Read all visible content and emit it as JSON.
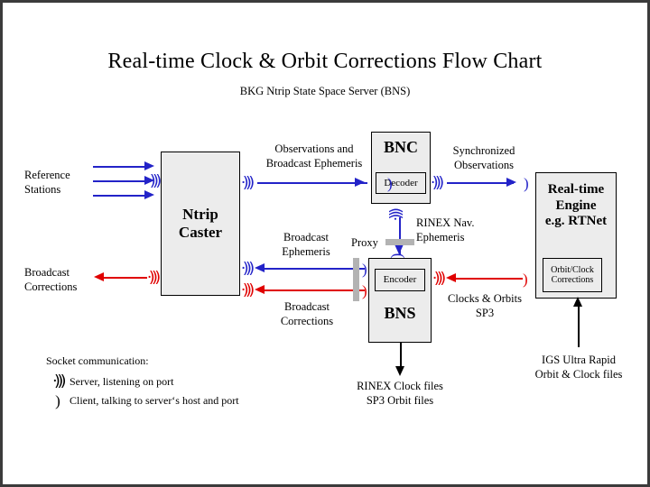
{
  "page": {
    "title": "Real-time Clock & Orbit Corrections Flow Chart",
    "subtitle": "BKG Ntrip State Space Server  (BNS)"
  },
  "colors": {
    "stream_blue": "#2323c8",
    "corrections_red": "#e00000",
    "file_black": "#000000",
    "box_fill": "#ececec",
    "proxy_grey": "#b3b3b3",
    "frame": "#3b3b3b"
  },
  "boxes": {
    "ntrip_caster": {
      "title": "Ntrip\nCaster"
    },
    "bnc": {
      "title": "BNC",
      "inner": "Decoder"
    },
    "bns": {
      "title": "BNS",
      "inner": "Encoder"
    },
    "realtime_engine": {
      "title": "Real-time\nEngine\ne.g. RTNet",
      "inner": "Orbit/Clock\nCorrections"
    }
  },
  "labels": {
    "reference_stations": "Reference\nStations",
    "broadcast_corrections_left": "Broadcast\nCorrections",
    "observations_and_broadcast_ephemeris": "Observations and\nBroadcast Ephemeris",
    "synchronized_observations": "Synchronized\nObservations",
    "broadcast_ephemeris": "Broadcast\nEphemeris",
    "broadcast_corrections_mid": "Broadcast\nCorrections",
    "proxy": "Proxy",
    "rinex_nav_ephemeris": "RINEX Nav.\nEphemeris",
    "clocks_and_orbits_sp3": "Clocks & Orbits\nSP3",
    "rinex_clock_sp3_files": "RINEX Clock files\nSP3 Orbit files",
    "igs_ultra_rapid": "IGS Ultra Rapid\nOrbit & Clock files"
  },
  "legend": {
    "title": "Socket communication:",
    "items": [
      {
        "glyph": "server-socket-icon",
        "text": "Server, listening on port"
      },
      {
        "glyph": "client-socket-icon",
        "text": "Client, talking to server‘s host and port"
      }
    ]
  },
  "glyphs": {
    "server_socket": "·))) ",
    "client_socket": ")"
  }
}
